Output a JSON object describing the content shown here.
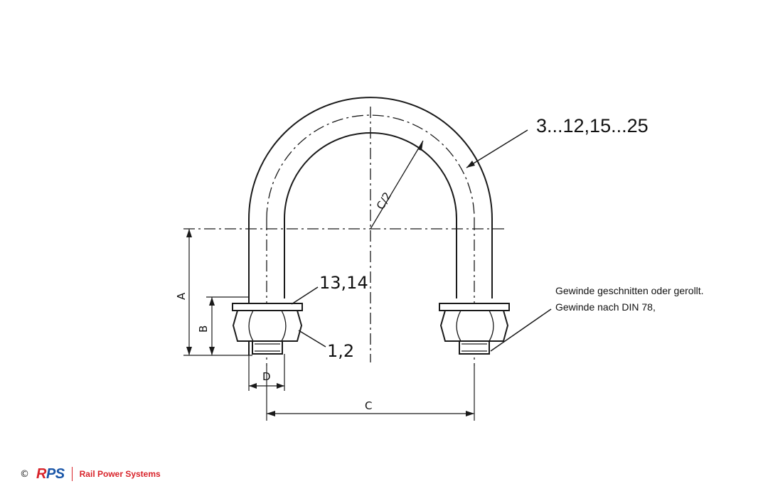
{
  "labels": {
    "part_3_25": "3...12,15...25",
    "part_13_14": "13,14",
    "part_1_2": "1,2",
    "dim_a": "A",
    "dim_b": "B",
    "dim_c": "C",
    "dim_d": "D",
    "dim_c_half": "C/2"
  },
  "notes": {
    "line1": "Gewinde geschnitten oder gerollt.",
    "line2": "Gewinde nach DIN 78,"
  },
  "footer": {
    "copyright": "©",
    "logo_r": "R",
    "logo_rest": "PS",
    "brand": "Rail Power Systems"
  }
}
